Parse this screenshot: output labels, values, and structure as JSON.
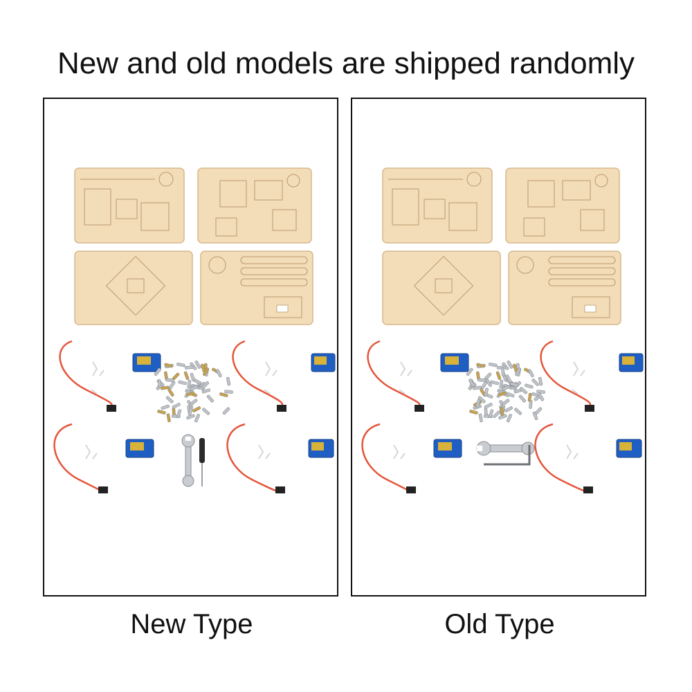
{
  "headline": "New and old models are shipped randomly",
  "panels": [
    {
      "caption": "New Type",
      "variant": "new"
    },
    {
      "caption": "Old Type",
      "variant": "old"
    }
  ],
  "colors": {
    "wood": "#f3dcb8",
    "wood_edge": "#d7b88c",
    "servo_blue": "#1f5fc4",
    "cable_red": "#e4553a",
    "cable_orange": "#f39a3c",
    "cable_brown": "#5a3d2b",
    "screw_silver": "#bfc3c8",
    "brass": "#c9a24a"
  }
}
